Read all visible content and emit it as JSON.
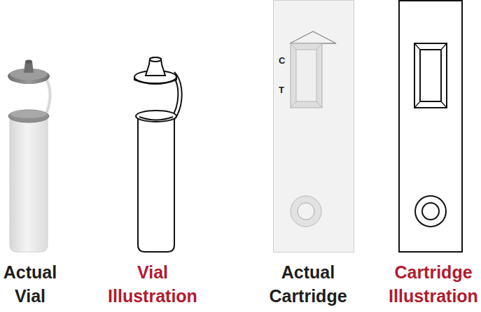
{
  "diagram": {
    "nodes": [
      {
        "text": [
          "C",
          "T"
        ]
      }
    ],
    "labels": [
      "Actual Vial",
      "Vial Illustration",
      "Actual Cartridge",
      "Cartridge Illustration"
    ]
  }
}
